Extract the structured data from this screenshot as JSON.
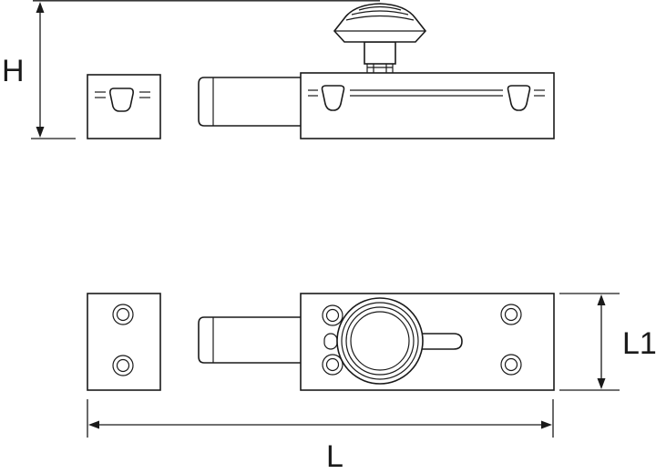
{
  "dimensions": {
    "height_label": "H",
    "length_label": "L",
    "width_label": "L1"
  },
  "colors": {
    "line": "#1a1a1a",
    "background": "#ffffff"
  }
}
